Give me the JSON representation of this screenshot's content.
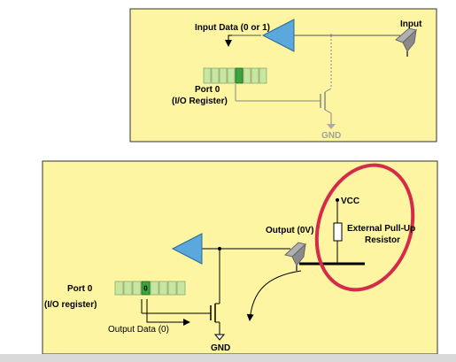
{
  "colors": {
    "panel_fill": "#fdf5a2",
    "panel_border": "#333333",
    "register_cell": "#c8e6a0",
    "register_active": "#3da33d",
    "buffer_blue": "#5aa8dc",
    "highlight_red": "#d62a4a",
    "bottom_bar": "#d9d9d9"
  },
  "top_panel": {
    "input_data_label": "Input Data (0 or 1)",
    "input_label": "Input",
    "port_label": "Port 0",
    "register_label": "(I/O Register)",
    "gnd_label": "GND",
    "register_cells": 8,
    "active_cell_index": 4
  },
  "bottom_panel": {
    "vcc_label": "VCC",
    "output_label": "Output (0V)",
    "pullup_line1": "External Pull-Up",
    "pullup_line2": "Resistor",
    "port_label": "Port 0",
    "register_label": "(I/O register)",
    "active_cell_value": "0",
    "output_data_label": "Output Data (0)",
    "gnd_label": "GND",
    "register_cells": 8,
    "active_cell_index": 3
  }
}
